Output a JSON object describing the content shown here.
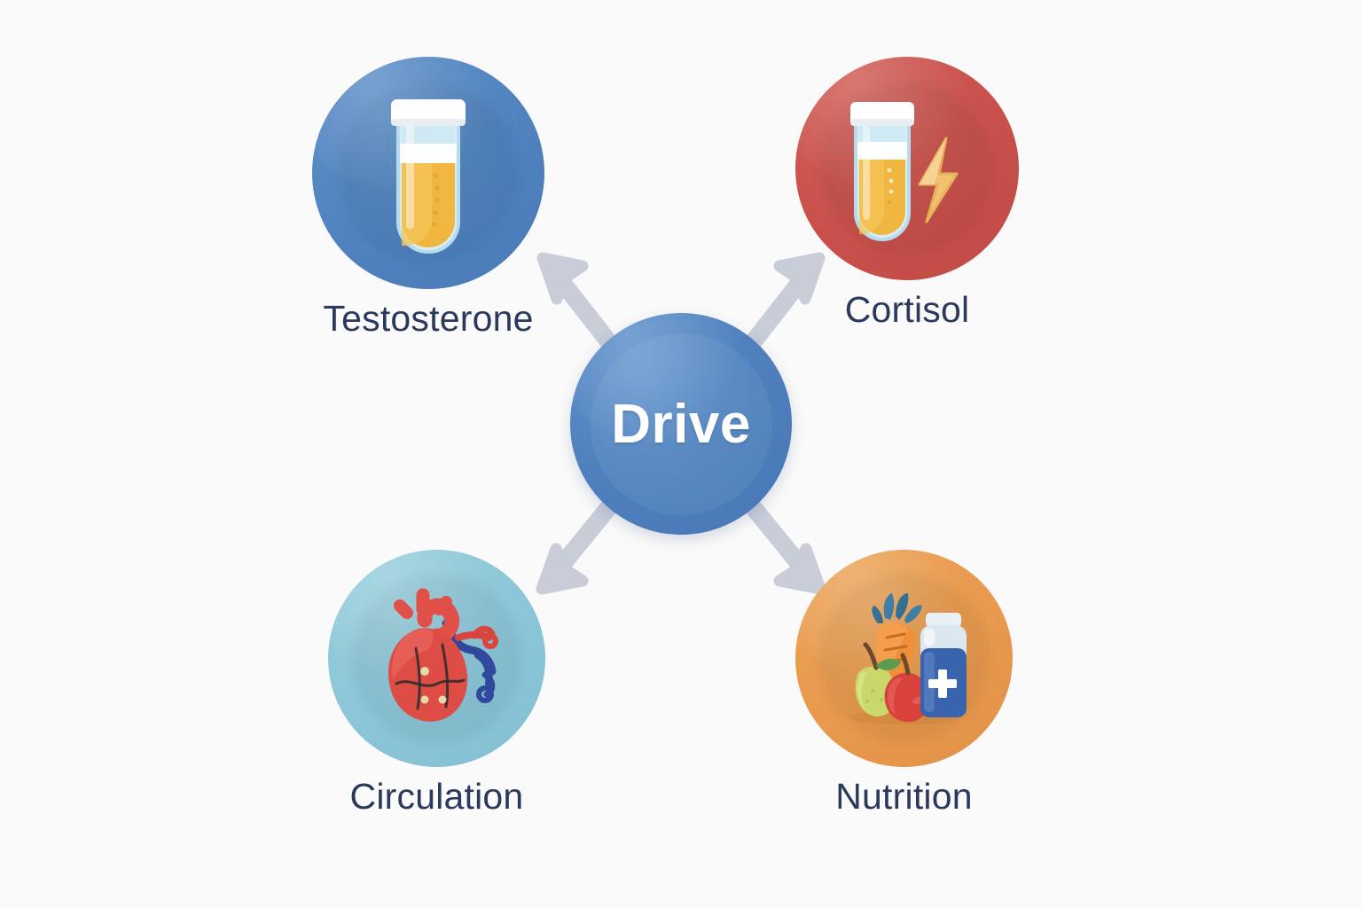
{
  "diagram": {
    "type": "hub-and-spoke",
    "background_color": "#fafafa",
    "label_color": "#2b3a5c",
    "arrow_color": "#c8cdd8",
    "center": {
      "label": "Drive",
      "color": "#4f80bd",
      "text_color": "#ffffff"
    },
    "nodes": [
      {
        "id": "testosterone",
        "label": "Testosterone",
        "color": "#5183c0",
        "icon": "test-tube-icon",
        "position": "top-left"
      },
      {
        "id": "cortisol",
        "label": "Cortisol",
        "color": "#c9514c",
        "icon": "test-tube-lightning-icon",
        "position": "top-right"
      },
      {
        "id": "circulation",
        "label": "Circulation",
        "color": "#8cc6d8",
        "icon": "anatomical-heart-icon",
        "position": "bottom-left"
      },
      {
        "id": "nutrition",
        "label": "Nutrition",
        "color": "#e89a4e",
        "icon": "fruits-supplement-bottle-icon",
        "position": "bottom-right"
      }
    ],
    "connections": [
      {
        "from": "Drive",
        "to": "Testosterone",
        "direction": "outward"
      },
      {
        "from": "Drive",
        "to": "Cortisol",
        "direction": "outward"
      },
      {
        "from": "Drive",
        "to": "Circulation",
        "direction": "outward"
      },
      {
        "from": "Drive",
        "to": "Nutrition",
        "direction": "outward"
      }
    ]
  }
}
